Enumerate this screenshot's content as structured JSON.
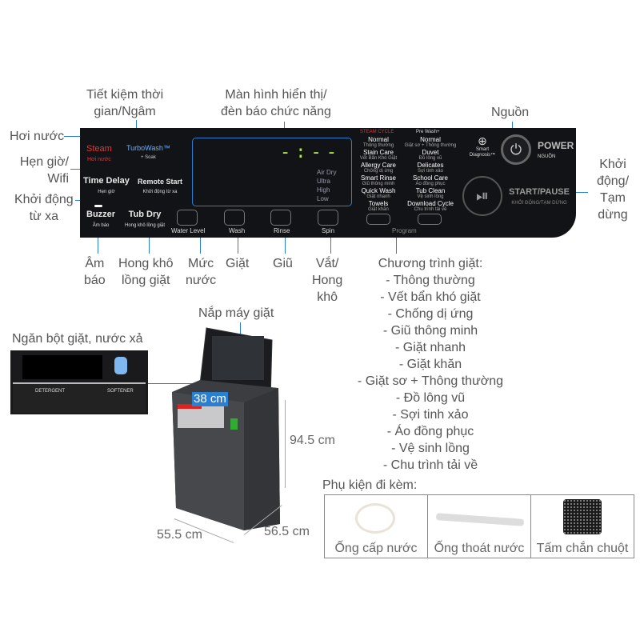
{
  "callouts": {
    "soak": "Tiết kiệm thời\ngian/Ngâm",
    "display": "Màn hình hiển thị/\nđèn báo chức năng",
    "power": "Nguồn",
    "steam": "Hơi nước",
    "delay": "Hẹn giờ/\nWifi",
    "remote": "Khởi động\ntừ xa",
    "start": "Khởi\nđộng/\nTạm\ndừng",
    "buzzer": "Âm\nbáo",
    "tubdry": "Hong khô\nlồng giặt",
    "water": "Mức\nnước",
    "wash": "Giặt",
    "rinse": "Giũ",
    "spin": "Vắt/\nHong\nkhô",
    "lid": "Nắp máy giặt",
    "drawer": "Ngăn bột giặt, nước xả"
  },
  "programs_title": "Chương trình giặt:",
  "programs": [
    "- Thông thường",
    "- Vết bẩn khó giặt",
    "- Chống dị ứng",
    "- Giũ thông minh",
    "- Giặt nhanh",
    "- Giặt khăn",
    "- Giặt sơ + Thông thường",
    "- Đồ lông vũ",
    "- Sợi tinh xảo",
    "- Áo đồng phục",
    "- Vệ sinh lồng",
    "- Chu trình tải về"
  ],
  "panel": {
    "steam": "Steam",
    "steam_vi": "Hơi nước",
    "turbo": "TurboWash™",
    "turbo_sub": "+ Soak",
    "time_delay": "Time Delay",
    "time_delay_sub": "Hẹn giờ",
    "remote_start": "Remote Start",
    "remote_vi": "Khởi động từ xa",
    "buzzer": "Buzzer",
    "buzzer_vi": "Âm báo",
    "tub_dry": "Tub Dry",
    "tub_dry_vi": "Hong khô lồng giặt",
    "water_level": "Water Level",
    "wash": "Wash",
    "rinse": "Rinse",
    "spin": "Spin",
    "display": "-:--",
    "dry": [
      "Air Dry",
      "Ultra",
      "High",
      "Low"
    ],
    "steam_cycle": "STEAM CYCLE",
    "pre_wash": "Pre Wash+",
    "progs_left": [
      [
        "Normal",
        "Thông thường"
      ],
      [
        "Stain Care",
        "Vết Bẩn Khó Giặt"
      ],
      [
        "Allergy Care",
        "Chống dị ứng"
      ],
      [
        "Smart Rinse",
        "Giũ thông minh"
      ],
      [
        "Quick Wash",
        "Giặt nhanh"
      ],
      [
        "Towels",
        "Giặt khăn"
      ]
    ],
    "progs_right": [
      [
        "Normal",
        "Giặt sơ + Thông thường"
      ],
      [
        "Duvet",
        "Đồ lông vũ"
      ],
      [
        "Delicates",
        "Sợi tinh xảo"
      ],
      [
        "School Care",
        "Áo đồng phục"
      ],
      [
        "Tub Clean",
        "Vệ sinh lồng"
      ],
      [
        "Download Cycle",
        "Chu trình tải về"
      ]
    ],
    "program": "Program",
    "smart_diag": "Smart Diagnosis™",
    "power": "POWER",
    "power_vi": "NGUỒN",
    "start_pause": "START/PAUSE",
    "start_pause_vi": "KHỞI ĐỘNG/TẠM DỪNG"
  },
  "dims": {
    "width": "38 cm",
    "height": "94.5 cm",
    "depth_left": "55.5 cm",
    "depth_right": "56.5 cm"
  },
  "drawer_labels": {
    "detergent": "DETERGENT",
    "softener": "SOFTENER"
  },
  "accessories_title": "Phụ kiện đi kèm:",
  "accessories": [
    "Ống cấp nước",
    "Ống thoát nước",
    "Tấm chắn chuột"
  ],
  "colors": {
    "line": "#2a7fd0",
    "panel": "#121316",
    "machine": "#3b3d41"
  }
}
